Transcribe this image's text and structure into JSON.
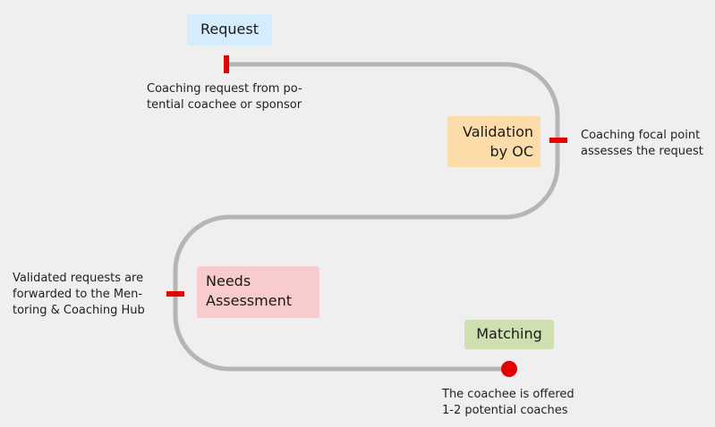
{
  "stages": {
    "request": {
      "lines": [
        "Request"
      ]
    },
    "validation": {
      "lines": [
        "Validation",
        "by OC"
      ]
    },
    "needs": {
      "lines": [
        "Needs",
        "Assessment"
      ]
    },
    "matching": {
      "lines": [
        "Matching"
      ]
    }
  },
  "notes": {
    "request": [
      "Coaching request from po-",
      "tential coachee or sponsor"
    ],
    "validation": [
      "Coaching focal point",
      "assesses the request"
    ],
    "needs": [
      "Validated requests are",
      "forwarded to the Men-",
      "toring & Coaching Hub"
    ],
    "matching": [
      "The coachee is offered",
      "1-2 potential coaches"
    ]
  },
  "colors": {
    "track": "#b5b5b5",
    "marker": "#e60000",
    "request_box": "#d4ecfb",
    "validation_box": "#fddcaa",
    "needs_box": "#f8cccc",
    "matching_box": "#cfdfb2"
  }
}
